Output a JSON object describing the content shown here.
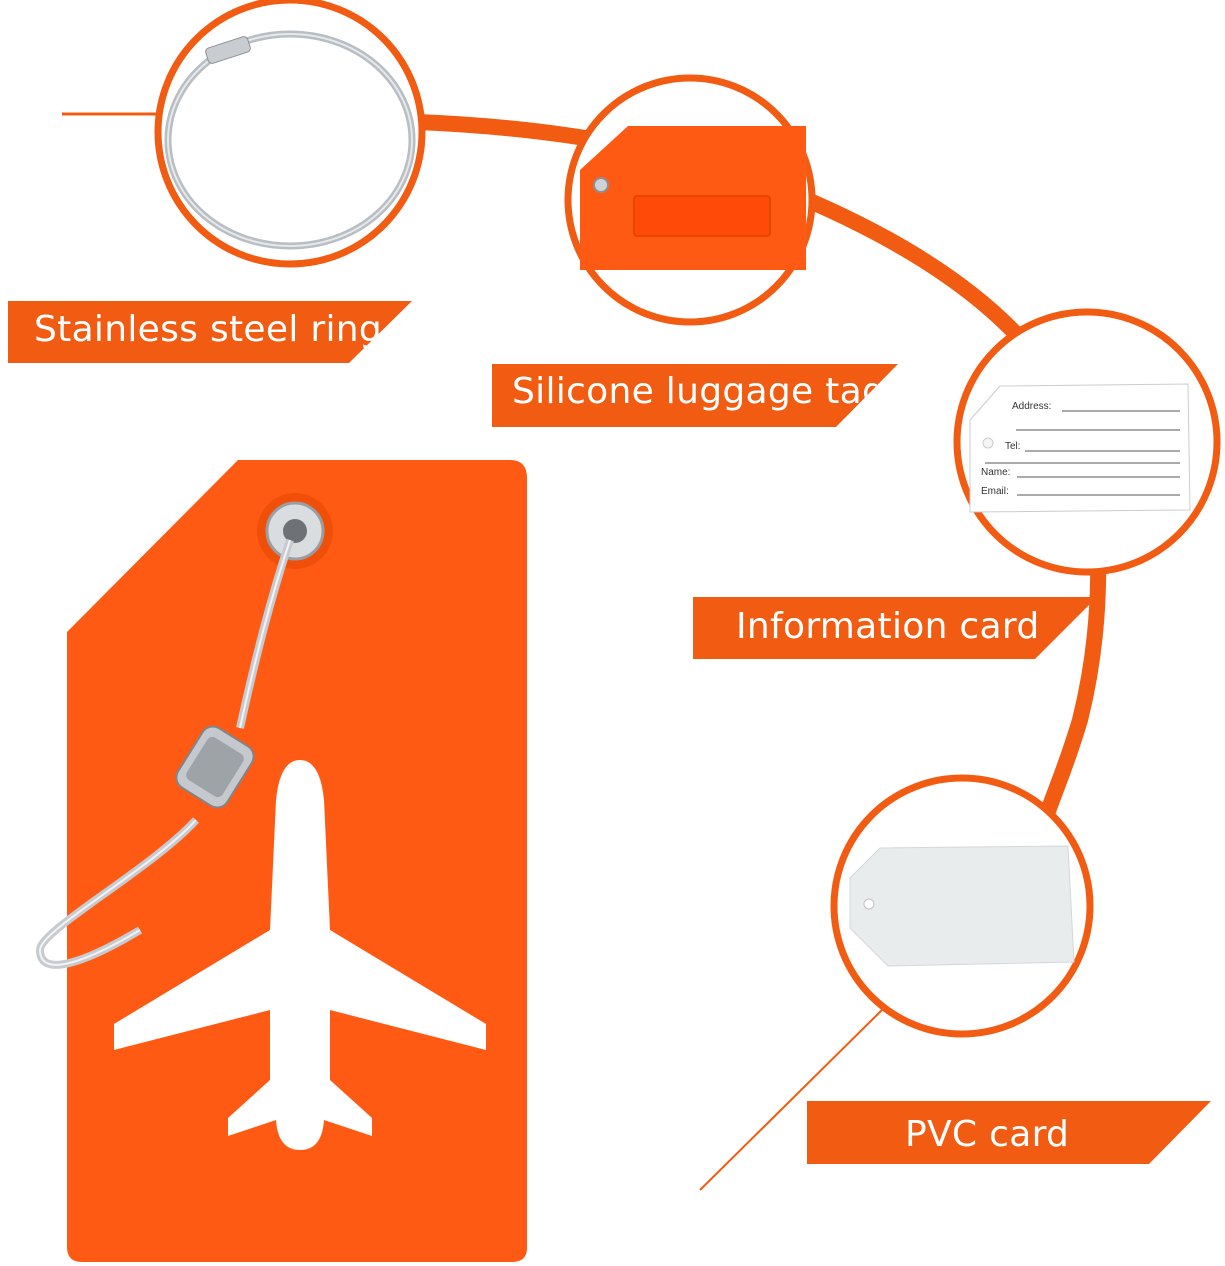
{
  "colors": {
    "accent": "#f25c12",
    "tag": "#ff5a14",
    "steel": "#b9bec3",
    "white": "#ffffff"
  },
  "labels": {
    "ring": "Stainless steel ring",
    "tag": "Silicone luggage tag",
    "info": "Information card",
    "pvc": "PVC card"
  },
  "info_card": {
    "address": "Address:",
    "tel": "Tel:",
    "name": "Name:",
    "email": "Email:"
  },
  "icons": {
    "ring": "steel-ring-icon",
    "tag": "luggage-tag-icon",
    "card": "information-card-icon",
    "pvc": "pvc-card-icon",
    "plane": "airplane-icon"
  }
}
